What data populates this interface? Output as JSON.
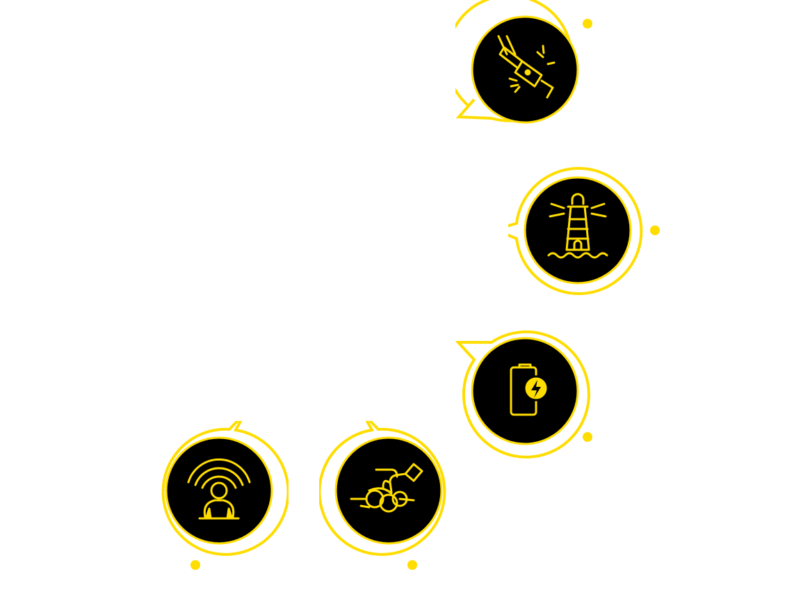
{
  "colors": {
    "accent": "#FFDD00",
    "badge": "#000000",
    "background": "#FFFFFF"
  },
  "badges": [
    {
      "id": "seatbelt",
      "icon": "seatbelt-buckle-icon"
    },
    {
      "id": "lighthouse",
      "icon": "lighthouse-icon"
    },
    {
      "id": "battery",
      "icon": "battery-charging-icon"
    },
    {
      "id": "knot",
      "icon": "hand-tying-knot-icon"
    },
    {
      "id": "person",
      "icon": "person-signal-icon"
    }
  ]
}
